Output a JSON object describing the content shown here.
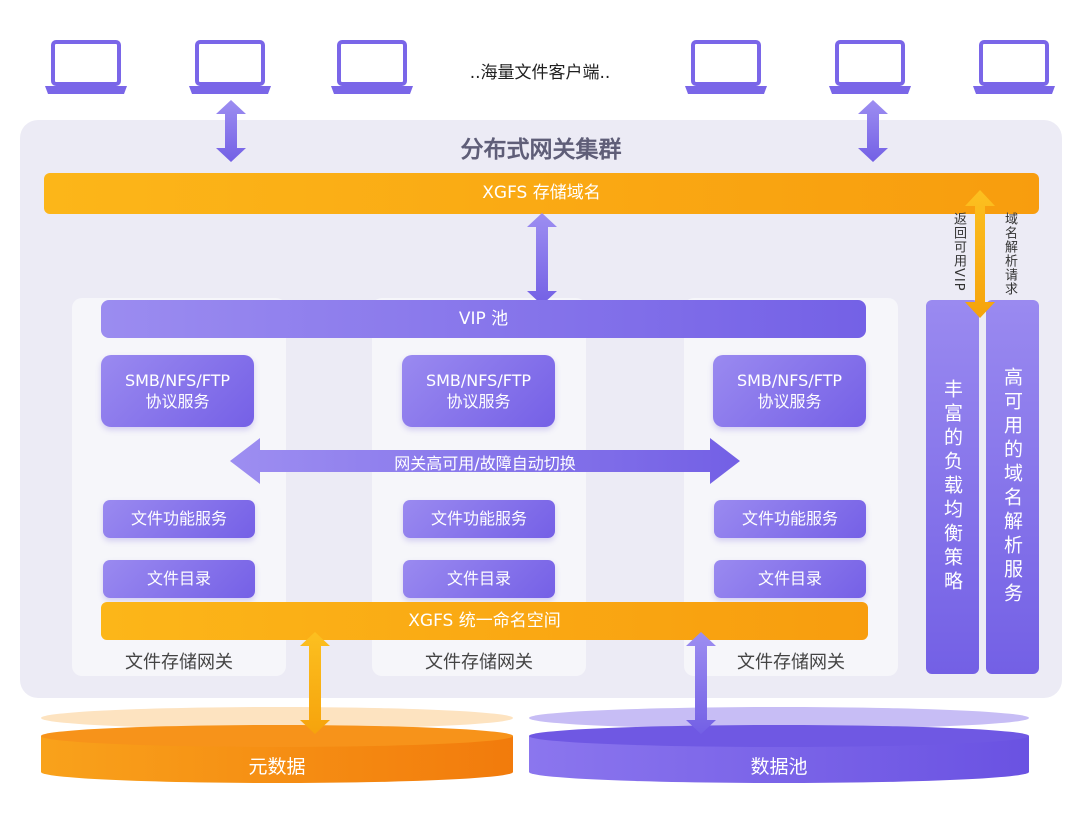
{
  "clients": {
    "label": "..海量文件客户端..",
    "laptop_icon": "laptop-icon"
  },
  "cluster": {
    "title": "分布式网关集群"
  },
  "domain_bar": {
    "label": "XGFS 存储域名"
  },
  "vip_pool": {
    "label": "VIP 池"
  },
  "gateways": [
    {
      "protocol_line1": "SMB/NFS/FTP",
      "protocol_line2": "协议服务",
      "file_service": "文件功能服务",
      "directory": "文件目录",
      "label": "文件存储网关"
    },
    {
      "protocol_line1": "SMB/NFS/FTP",
      "protocol_line2": "协议服务",
      "file_service": "文件功能服务",
      "directory": "文件目录",
      "label": "文件存储网关"
    },
    {
      "protocol_line1": "SMB/NFS/FTP",
      "protocol_line2": "协议服务",
      "file_service": "文件功能服务",
      "directory": "文件目录",
      "label": "文件存储网关"
    }
  ],
  "failover": {
    "label": "网关高可用/故障自动切换"
  },
  "namespace_bar": {
    "label": "XGFS 统一命名空间"
  },
  "side_columns": {
    "load_balancing": "丰富的负载均衡策略",
    "dns_service": "高可用的域名解析服务",
    "return_vip": "返回可用VIP",
    "dns_request": "域名解析请求"
  },
  "storage": {
    "metadata": "元数据",
    "data_pool": "数据池"
  },
  "colors": {
    "orange": "#f89d0e",
    "purple": "#7461e6",
    "background": "#ecebf5"
  }
}
